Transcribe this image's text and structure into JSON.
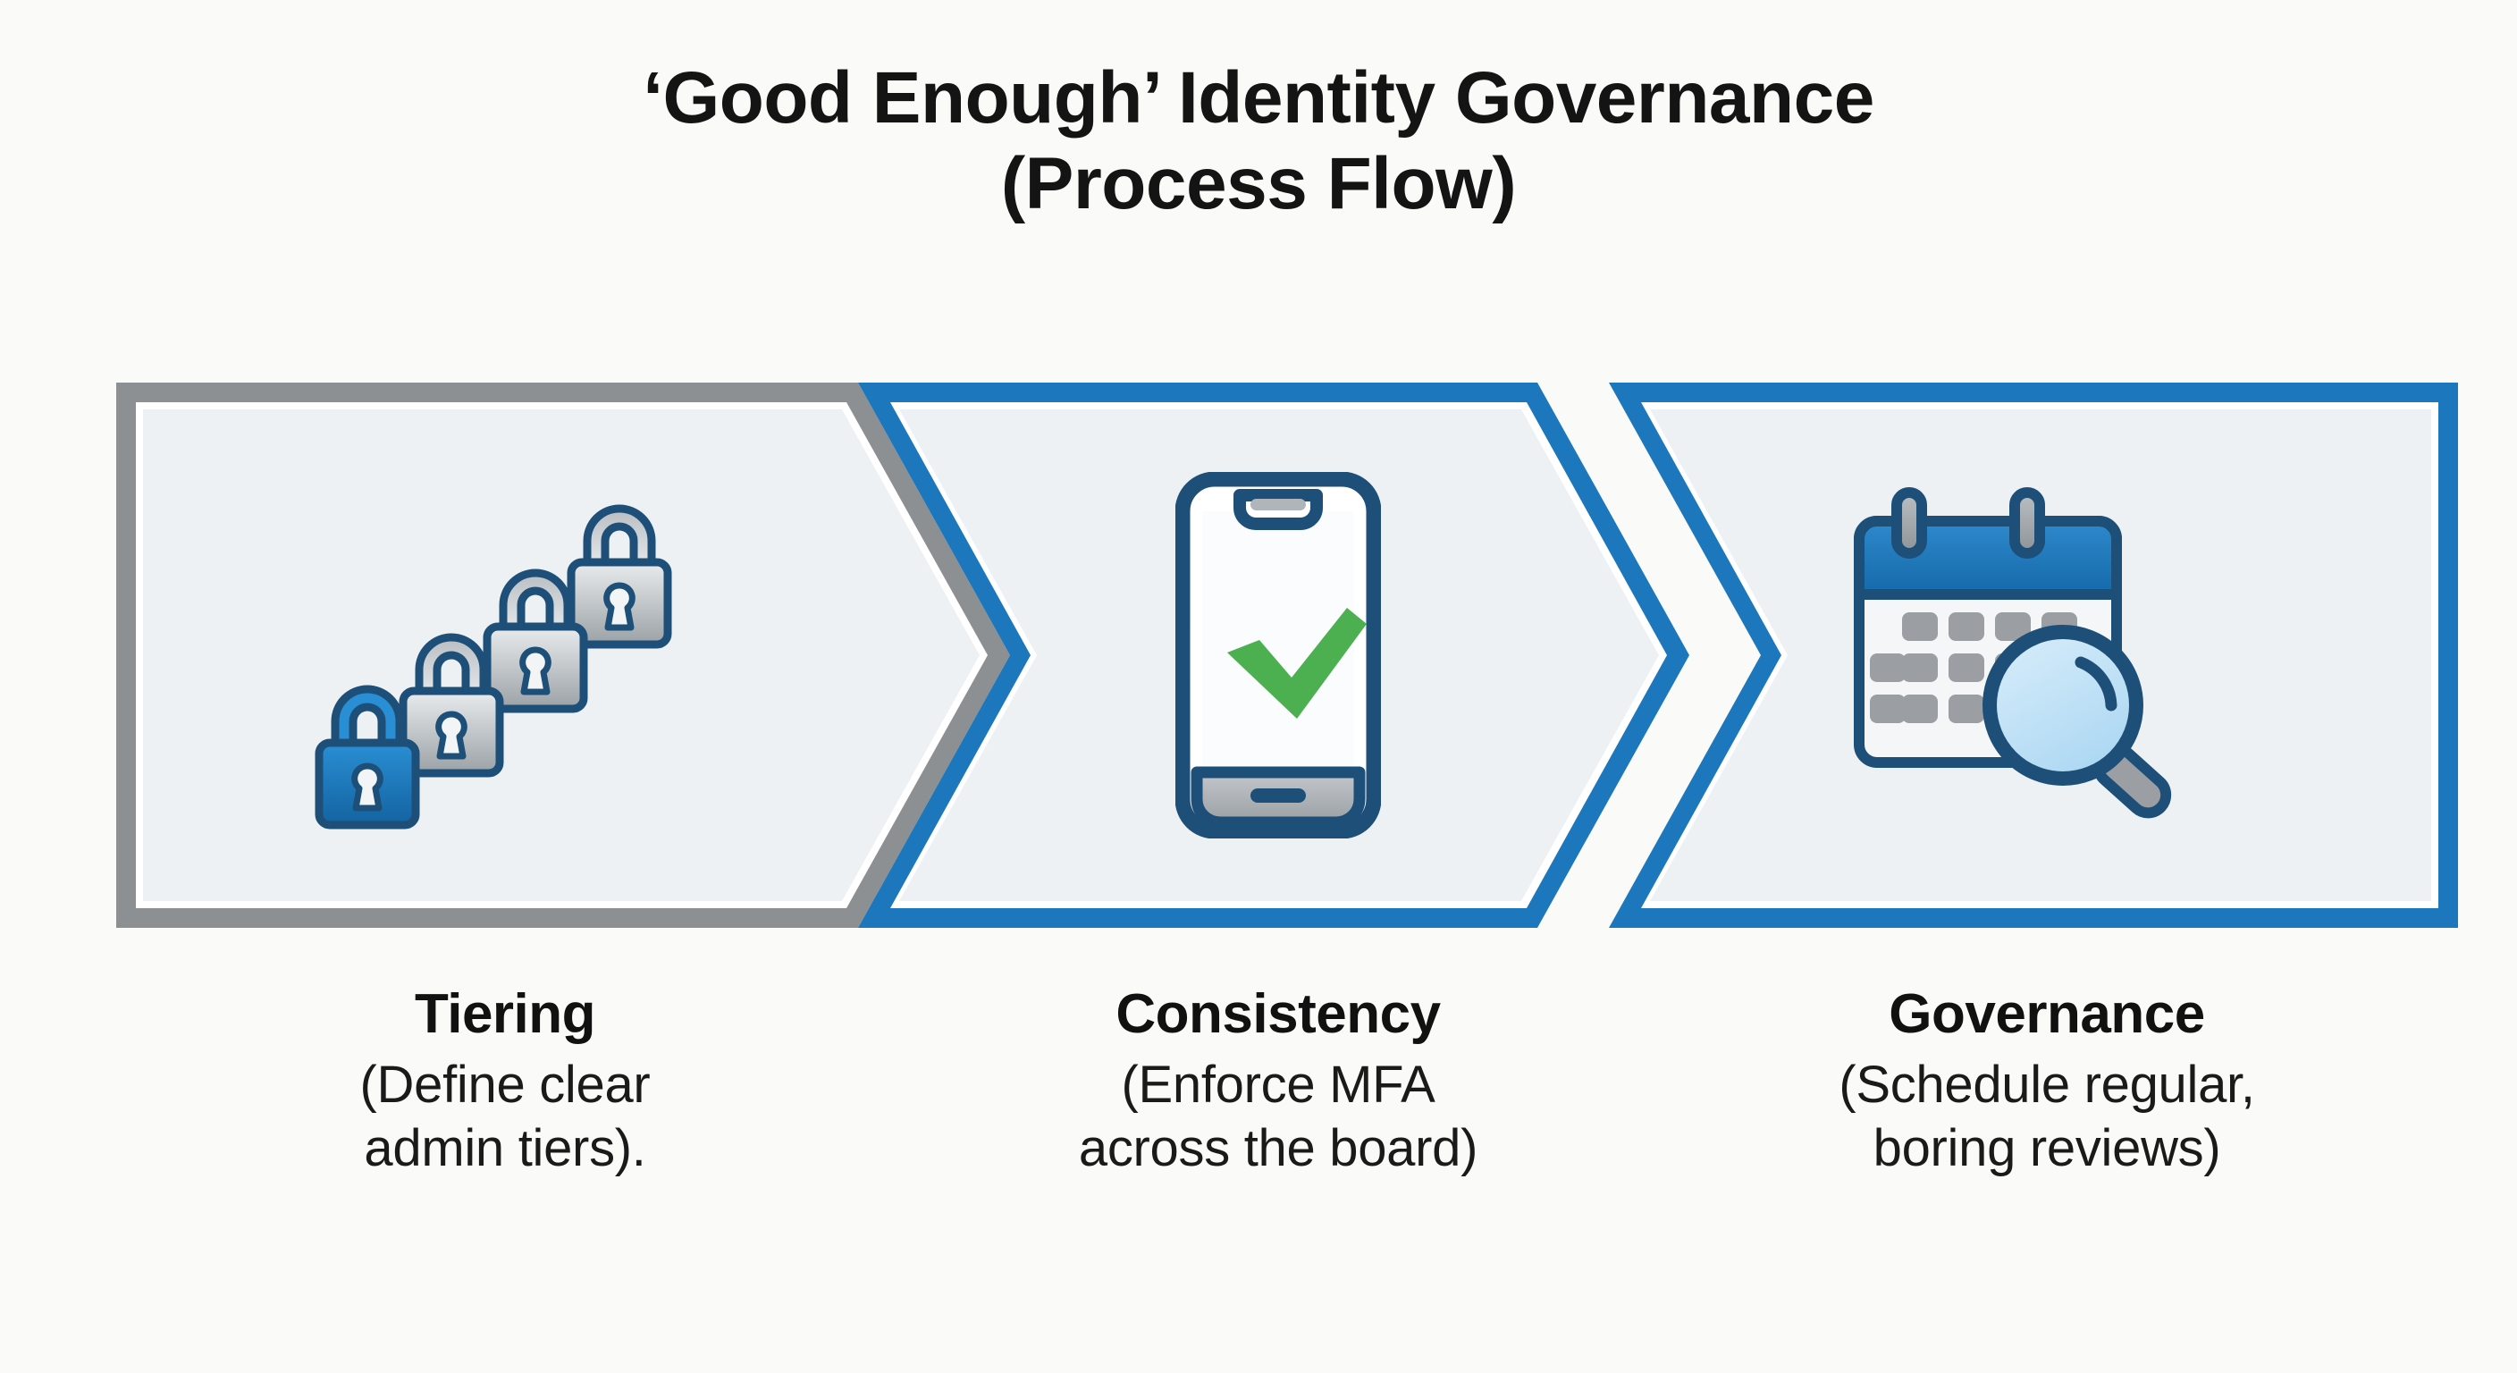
{
  "title": {
    "line1": "‘Good Enough’ Identity Governance",
    "line2": "(Process Flow)"
  },
  "colors": {
    "background": "#fafaf8",
    "panel_fill": "#eef1f4",
    "chevron_gray_border": "#8c9093",
    "chevron_blue_border": "#1c77bd",
    "icon_outline_navy": "#1d4f78",
    "lock_blue": "#1b7bc0",
    "lock_gray_light": "#e2e5e8",
    "lock_gray_dark": "#9aa0a5",
    "check_green": "#4caf50",
    "calendar_header_blue": "#1c77bd",
    "magnifier_lens": "#bfdff5",
    "cell_gray": "#9b9fa3",
    "text_black": "#111111"
  },
  "steps": [
    {
      "id": "tiering",
      "icon": "padlock-stack-icon",
      "border_color": "#8c9093",
      "title": "Tiering",
      "subtitle": "(Define clear\nadmin tiers).",
      "lock_count": 4
    },
    {
      "id": "consistency",
      "icon": "phone-check-icon",
      "border_color": "#1c77bd",
      "title": "Consistency",
      "subtitle": "(Enforce MFA\nacross the board)"
    },
    {
      "id": "governance",
      "icon": "calendar-magnifier-icon",
      "border_color": "#1c77bd",
      "title": "Governance",
      "subtitle": "(Schedule regular,\nboring reviews)"
    }
  ]
}
